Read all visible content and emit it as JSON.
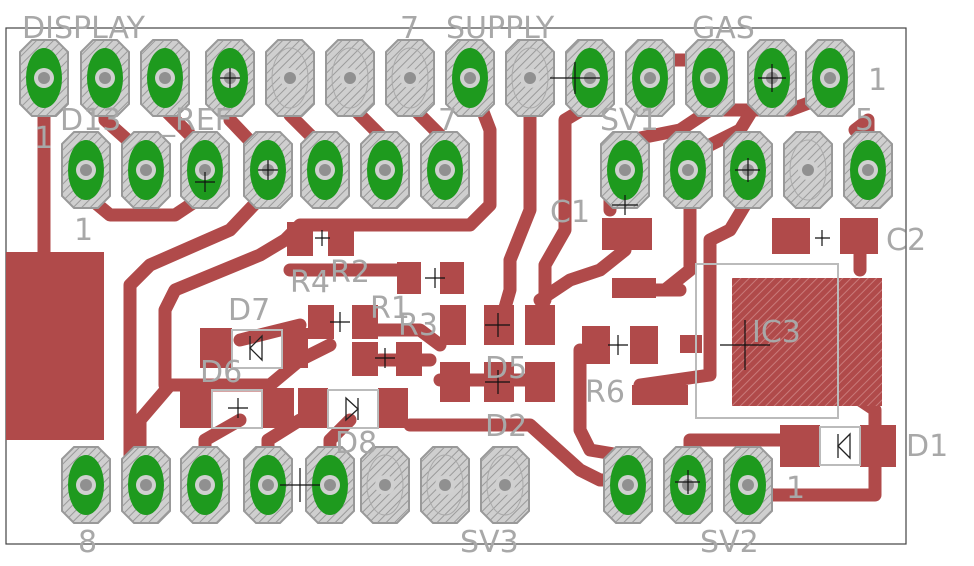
{
  "labels": {
    "display": "DISPLAY",
    "seven": "7",
    "supply": "SUPPLY",
    "gas": "GAS",
    "one_top_right": "1",
    "one_left": "1",
    "d13": "D13",
    "ref": "_REF",
    "seven_mid": "7",
    "sv1": "SV1",
    "five": "5",
    "c1": "C1",
    "c2": "C2",
    "one_bottom_left_conn": "1",
    "r4": "R4",
    "r2": "R2",
    "r1": "R1",
    "r3": "R3",
    "d7": "D7",
    "d6": "D6",
    "d5": "D5",
    "d2": "D2",
    "d8": "D8",
    "ic3": "IC3",
    "r6": "R6",
    "d1": "D1",
    "eight": "8",
    "sv3": "SV3",
    "sv2": "SV2",
    "one_sv2": "1"
  },
  "colors": {
    "board_outline": "#444444",
    "copper": "#b04a4a",
    "pad_green": "#1e9a1e",
    "label_gray": "#a8a8a8"
  }
}
